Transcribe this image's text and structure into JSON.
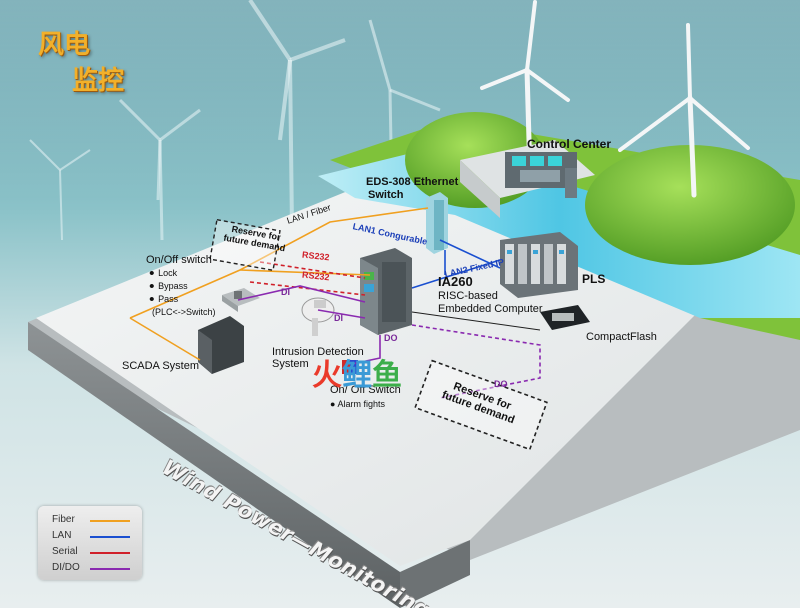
{
  "title": {
    "line1": "风电",
    "line2": "监控"
  },
  "banner": "Wind Power—Monitoring",
  "watermark": {
    "part1": "火",
    "part2": "鲤",
    "part3": "鱼"
  },
  "labels": {
    "control_center": "Control Center",
    "eds_switch_line1": "EDS-308 Ethernet",
    "eds_switch_line2": "Switch",
    "lan_fiber": "LAN / Fiber",
    "reserve_small_line1": "Reserve for",
    "reserve_small_line2": "future demand",
    "lan1": "LAN1 Congurable",
    "rs232_a": "RS232",
    "rs232_b": "RS232",
    "lan2": "LAN2 Fixed IP",
    "ia260": "IA260",
    "ia260_line2": "RISC-based",
    "ia260_line3": "Embedded Computer",
    "pls": "PLS",
    "compactflash": "CompactFlash",
    "onoff_title": "On/Off switch",
    "onoff_lock": "Lock",
    "onoff_bypass": "Bypass",
    "onoff_pass": "Pass",
    "onoff_plc": "(PLC<->Switch)",
    "di_a": "DI",
    "di_b": "DI",
    "do_a": "DO",
    "do_b": "DO",
    "scada": "SCADA System",
    "intrusion_line1": "Intrusion Detection",
    "intrusion_line2": "System",
    "onoff2": "On/ Off Switch",
    "alarm": "Alarm fights",
    "reserve_big_line1": "Reserve for",
    "reserve_big_line2": "future demand"
  },
  "legend": [
    {
      "label": "Fiber",
      "color": "#f0a020"
    },
    {
      "label": "LAN",
      "color": "#1a4fd0"
    },
    {
      "label": "Serial",
      "color": "#d0202a"
    },
    {
      "label": "DI/DO",
      "color": "#8a2ab0"
    }
  ],
  "colors": {
    "fiber": "#f0a020",
    "lan": "#1a4fd0",
    "serial": "#d0202a",
    "dido": "#8a2ab0",
    "grass": "#7fc23a",
    "water": "#5ec8e0"
  }
}
